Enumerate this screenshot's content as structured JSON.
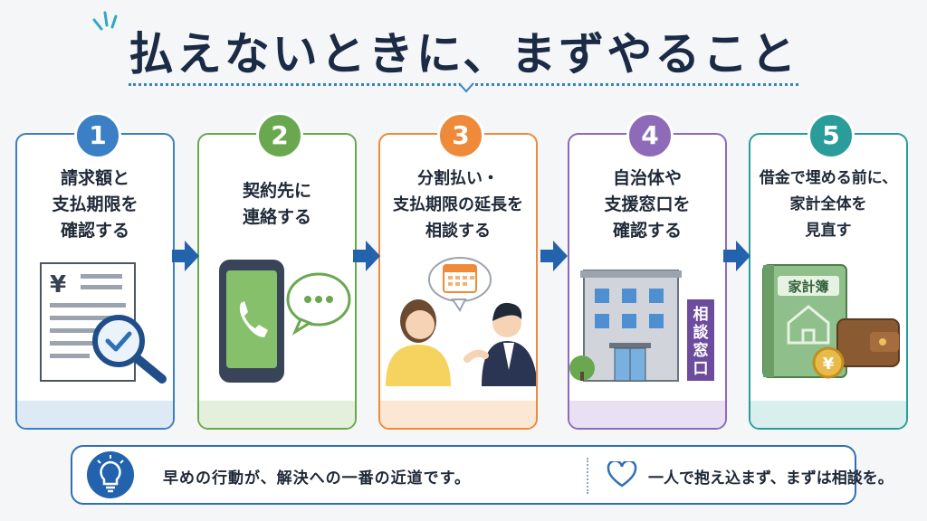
{
  "title": "払えないときに、まずやること",
  "steps": [
    {
      "number": "1",
      "lines": [
        "請求額と",
        "支払期限を",
        "確認する"
      ],
      "color": "#3b7fc4",
      "foot": "#dde9f5"
    },
    {
      "number": "2",
      "lines": [
        "契約先に",
        "連絡する"
      ],
      "color": "#6aa84f",
      "foot": "#e4efdc"
    },
    {
      "number": "3",
      "lines": [
        "分割払い・",
        "支払期限の延長を",
        "相談する"
      ],
      "color": "#ee8a3a",
      "foot": "#fbe7d4"
    },
    {
      "number": "4",
      "lines": [
        "自治体や",
        "支援窓口を",
        "確認する"
      ],
      "color": "#8e6bb8",
      "foot": "#e9e0f3"
    },
    {
      "number": "5",
      "lines": [
        "借金で埋める前に、",
        "家計全体を",
        "見直す"
      ],
      "color": "#2a9d9a",
      "foot": "#d9efee"
    }
  ],
  "illus": {
    "invoice_mark": "¥",
    "consult_sign": "相談窓口",
    "book_label": "家計簿",
    "coin_mark": "¥"
  },
  "icons": [
    "lightbulb-icon",
    "heart-icon",
    "arrow-right-icon",
    "chevron-down-icon"
  ],
  "bottom": {
    "message1": "早めの行動が、解決への一番の近道です。",
    "message2": "一人で抱え込まず、まずは相談を。"
  }
}
